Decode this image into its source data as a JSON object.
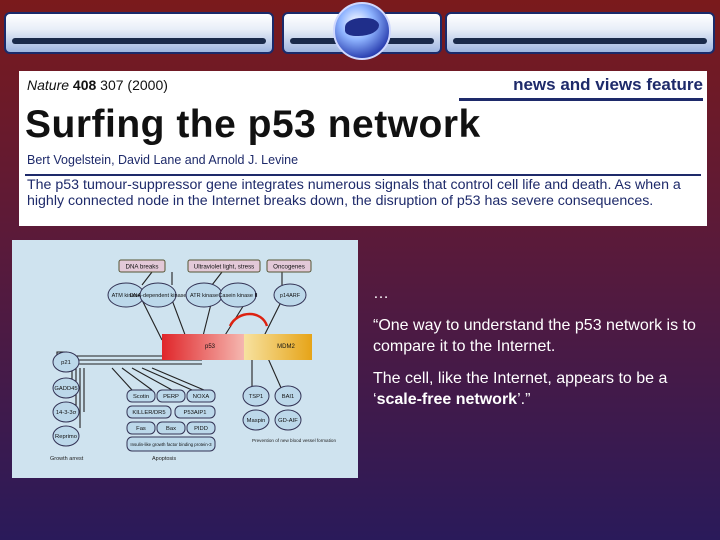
{
  "citation": {
    "journal": "Nature",
    "volume": "408",
    "pages": "307 (2000)"
  },
  "article": {
    "section": "news and views feature",
    "title": "Surfing the p53 network",
    "authors": "Bert Vogelstein, David Lane and Arnold J. Levine",
    "abstract": "The p53 tumour-suppressor gene integrates numerous signals that control cell life and death. As when a highly connected node in the Internet breaks down, the disruption of p53 has severe consequences."
  },
  "figure": {
    "stresses": [
      "DNA breaks",
      "Ultraviolet light, stress",
      "Oncogenes"
    ],
    "kinases": [
      "ATM kinase",
      "DNA-dependent kinase",
      "ATR kinase",
      "Casein kinase II",
      "p14ARF"
    ],
    "center": [
      "p53",
      "MDM2"
    ],
    "left_column": [
      "p21",
      "GADD45",
      "14-3-3σ",
      "Reprimo"
    ],
    "middle": [
      "Scotin",
      "PERP",
      "NOXA",
      "KILLER/DR5",
      "P53AIP1",
      "Fas",
      "Bax",
      "PIDD",
      "Insulin-like growth factor binding protein-3"
    ],
    "right": [
      "TSP1",
      "BAI1",
      "Maspin",
      "GD-AIF"
    ],
    "outcomes": [
      "Growth arrest",
      "Apoptosis",
      "Prevention of new blood vessel formation"
    ]
  },
  "body": {
    "ellipsis": "…",
    "quote1": "“One way to understand the p53 network   is to compare it to the Internet.",
    "quote2_prefix": "The cell, like the Internet, appears to be a ‘",
    "quote2_emphasis": "scale-free network",
    "quote2_suffix": "’.”"
  },
  "colors": {
    "background_top": "#7a1a1c",
    "background_bottom": "#2a1a5a",
    "heading_blue": "#1e2a6a",
    "figure_bg": "#cfe3ef"
  }
}
